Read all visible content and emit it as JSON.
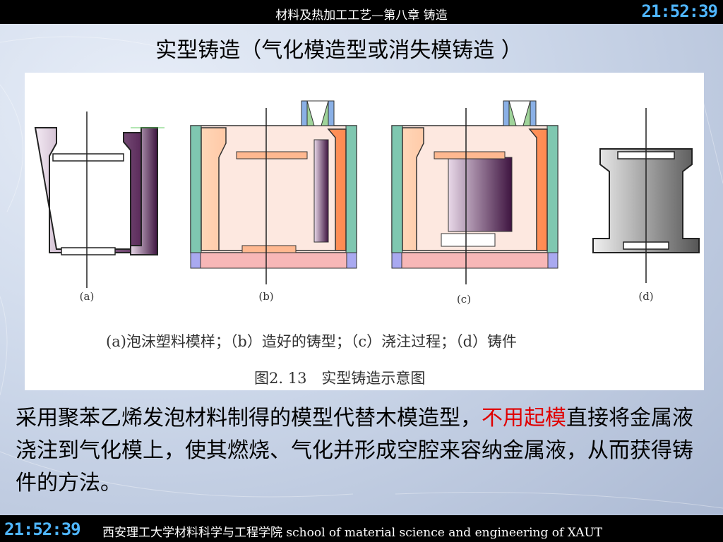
{
  "header": {
    "title": "材料及热加工工艺—第八章 铸造",
    "clock": "21:52:39"
  },
  "slide": {
    "heading": "实型铸造（气化模造型或消失模铸造 ）",
    "figure": {
      "labels": [
        "(a)",
        "(b)",
        "(c)",
        "(d)"
      ],
      "caption": "(a)泡沫塑料模样；（b）造好的铸型；（c）浇注过程；（d）铸件",
      "title": "图2. 13　实型铸造示意图"
    },
    "body": {
      "part1": "采用聚苯乙烯发泡材料制得的模型代替木模造型，",
      "highlight": "不用起模",
      "part2": "直接将金属液浇注到气化模上，使其燃烧、气化并形成空腔来容纳金属液，从而获得铸件的方法。"
    }
  },
  "footer": {
    "text": "西安理工大学材料科学与工程学院 school of material science and engineering of XAUT",
    "clock": "21:52:39"
  },
  "colors": {
    "highlight": "#e00000",
    "clock": "#4fb6ff"
  }
}
